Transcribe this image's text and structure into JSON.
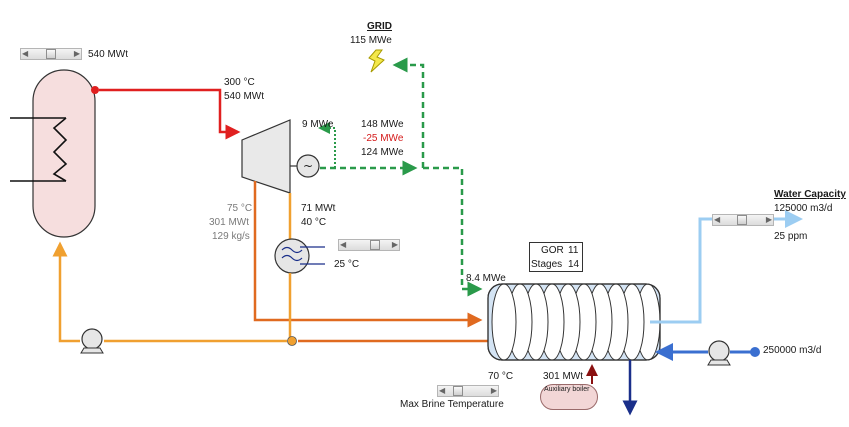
{
  "grid": {
    "title": "GRID",
    "value": "115 MWe"
  },
  "reactor": {
    "power_label": "540 MWt",
    "slider_level": 0.5
  },
  "steam": {
    "temperature": "300 °C",
    "power": "540 MWt"
  },
  "turbine": {
    "aux_power": "9 MWe",
    "gross_power": "148 MWe",
    "loss_power": "-25 MWe",
    "net_power": "124 MWe"
  },
  "condenser": {
    "heat": "71 MWt",
    "temperature": "40 °C",
    "cooling_temperature": "25 °C",
    "slider_level": 0.7
  },
  "return_flow": {
    "temperature": "75 °C",
    "heat": "301 MWt",
    "mass_flow": "129 kg/s"
  },
  "desal": {
    "power_feed": "8.4 MWe",
    "gor_label": "GOR",
    "gor_value": "11",
    "stages_label": "Stages",
    "stages_value": "14"
  },
  "brine": {
    "temperature": "70 °C",
    "label": "Max Brine Temperature",
    "slider_level": 0.15
  },
  "aux_boiler": {
    "power": "301 MWt",
    "label": "Auxiliary boiler"
  },
  "water": {
    "title": "Water Capacity",
    "capacity": "125000 m3/d",
    "salinity": "25 ppm",
    "slider_level": 0.45
  },
  "seawater": {
    "intake": "250000 m3/d"
  },
  "colors": {
    "hot_red": "#e02020",
    "orange": "#f0a030",
    "dark_orange": "#e06a20",
    "green": "#2a9a4a",
    "light_blue": "#9ccdf2",
    "blue": "#3a6fd0",
    "navy": "#1a2f8a",
    "vessel_pink": "#f6dede"
  }
}
